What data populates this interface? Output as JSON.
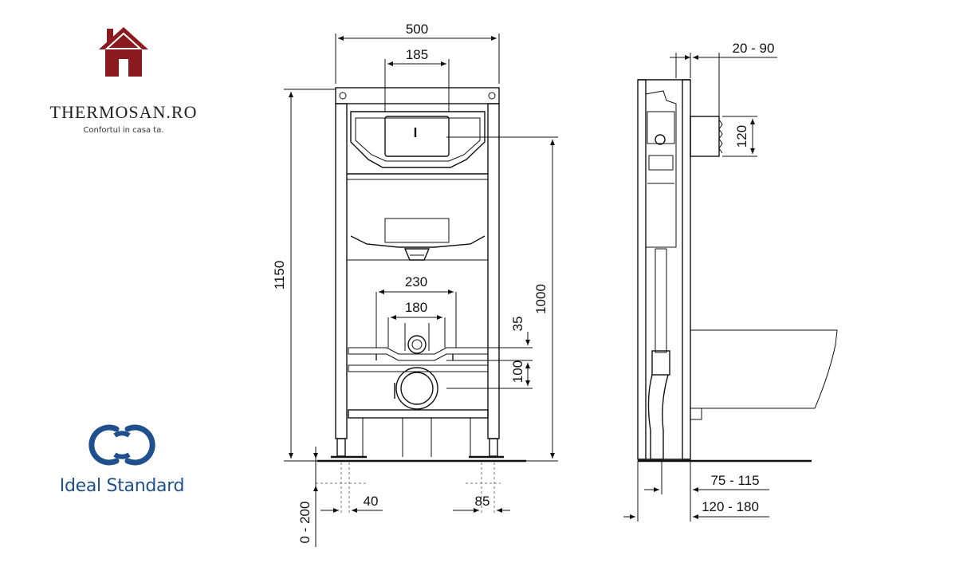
{
  "brand": {
    "name": "THERMOSAN.RO",
    "tagline": "Confortul in casa ta.",
    "house_color": "#8b1a1f",
    "icon": "house-icon"
  },
  "manufacturer": {
    "name": "Ideal Standard",
    "color": "#1f4f8c",
    "icon": "interlocked-rings-icon"
  },
  "dimensions": {
    "front": {
      "width_total": "500",
      "width_top": "185",
      "height_total": "1150",
      "height_frame": "1000",
      "fixing_outer": "230",
      "fixing_inner": "180",
      "offset_35": "35",
      "offset_100": "100",
      "foot_left": "40",
      "foot_right": "85",
      "foot_adjust": "0 - 200"
    },
    "side": {
      "top_range": "20 - 90",
      "pipe_height": "120",
      "depth_inner": "75 - 115",
      "depth_outer": "120 - 180"
    }
  }
}
